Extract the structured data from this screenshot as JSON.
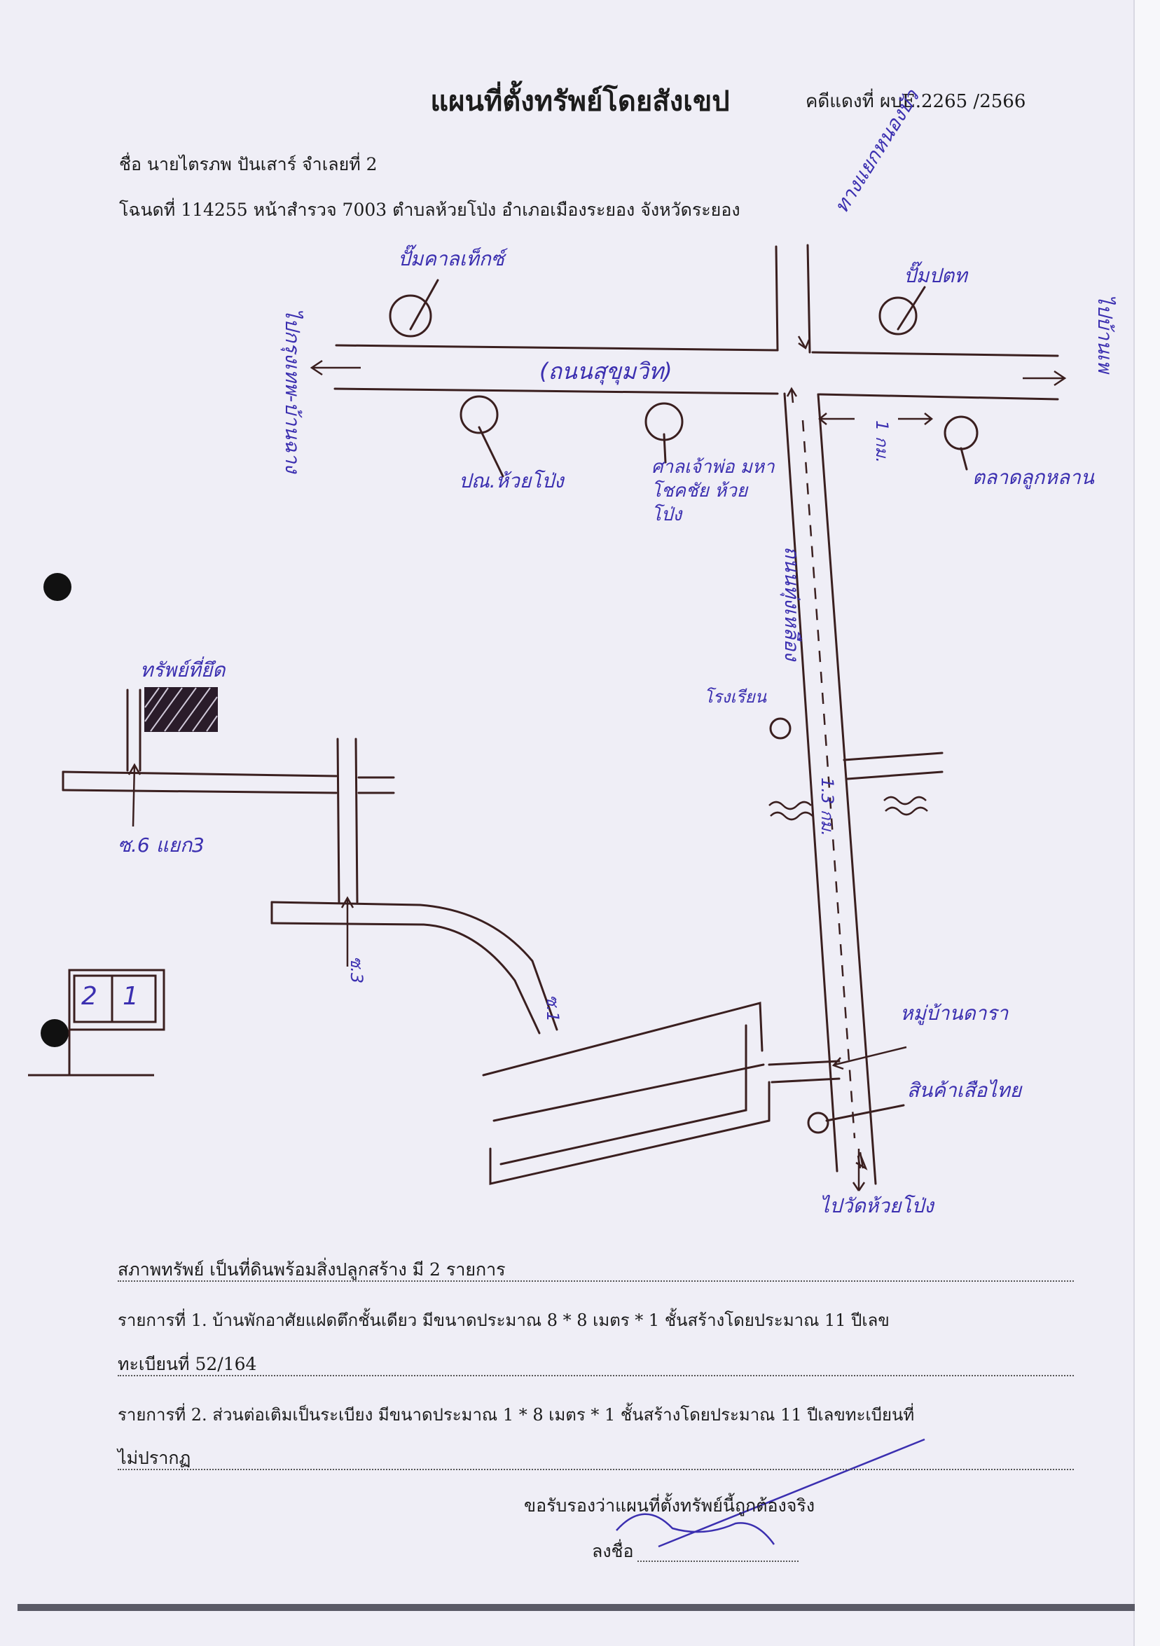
{
  "title": "แผนที่ตั้งทรัพย์โดยสังเขป",
  "case_number": "คดีแดงที่ ผบE.2265 /2566",
  "owner_line": "ชื่อ นายไตรภพ ปันเสาร์ จำเลยที่ 2",
  "deed_line": "โฉนดที่ 114255 หน้าสำรวจ 7003 ตำบลห้วยโป่ง อำเภอเมืองระยอง จังหวัดระยอง",
  "map_labels": {
    "road_main": "(ถนนสุขุมวิท)",
    "gas_caltex": "ปั๊มคาลเท็กซ์",
    "gas_ptt": "ปั๊มปตท",
    "junction": "ทางแยกหนองบัว",
    "post_office": "ปณ.ห้วยโป่ง",
    "shrine": "ศาลเจ้าพ่อ มหาโชคชัย ห้วยโป่ง",
    "market": "ตลาดลูกหลาน",
    "to_left": "ไปกรุงเทพ-บ้านฉาง",
    "to_right": "ไปบ้านเพ",
    "road_vertical": "ถนนทุ่งเหลือง",
    "distance_1": "1 กม.",
    "school": "โรงเรียน",
    "distance_2": "1.3 กม.",
    "property": "ทรัพย์ที่ยึด",
    "soi_label": "ซ.6 แยก3",
    "soi_b": "ซ.1",
    "soi_c": "ซ.3",
    "village": "หมู่บ้านดารา",
    "shop": "สินค้าเสือไทย",
    "to_bottom": "ไปวัดห้วยโป่ง",
    "house_1": "1",
    "house_2": "2"
  },
  "condition_line": "สภาพทรัพย์ เป็นที่ดินพร้อมสิ่งปลูกสร้าง มี 2 รายการ",
  "item1_line": "รายการที่ 1. บ้านพักอาศัยแฝดตึกชั้นเดียว มีขนาดประมาณ 8 * 8 เมตร * 1 ชั้นสร้างโดยประมาณ 11 ปีเลข",
  "item1_cont": "ทะเบียนที่ 52/164",
  "item2_line": "รายการที่ 2. ส่วนต่อเติมเป็นระเบียง มีขนาดประมาณ 1 * 8 เมตร * 1 ชั้นสร้างโดยประมาณ 11 ปีเลขทะเบียนที่",
  "item2_cont": "ไม่ปรากฏ",
  "certify": "ขอรับรองว่าแผนที่ตั้งทรัพย์นี้ถูกต้องจริง",
  "sign_label": "ลงชื่อ",
  "colors": {
    "ink_hand": "#3b2fb0",
    "ink_road": "#3a1f1f"
  }
}
